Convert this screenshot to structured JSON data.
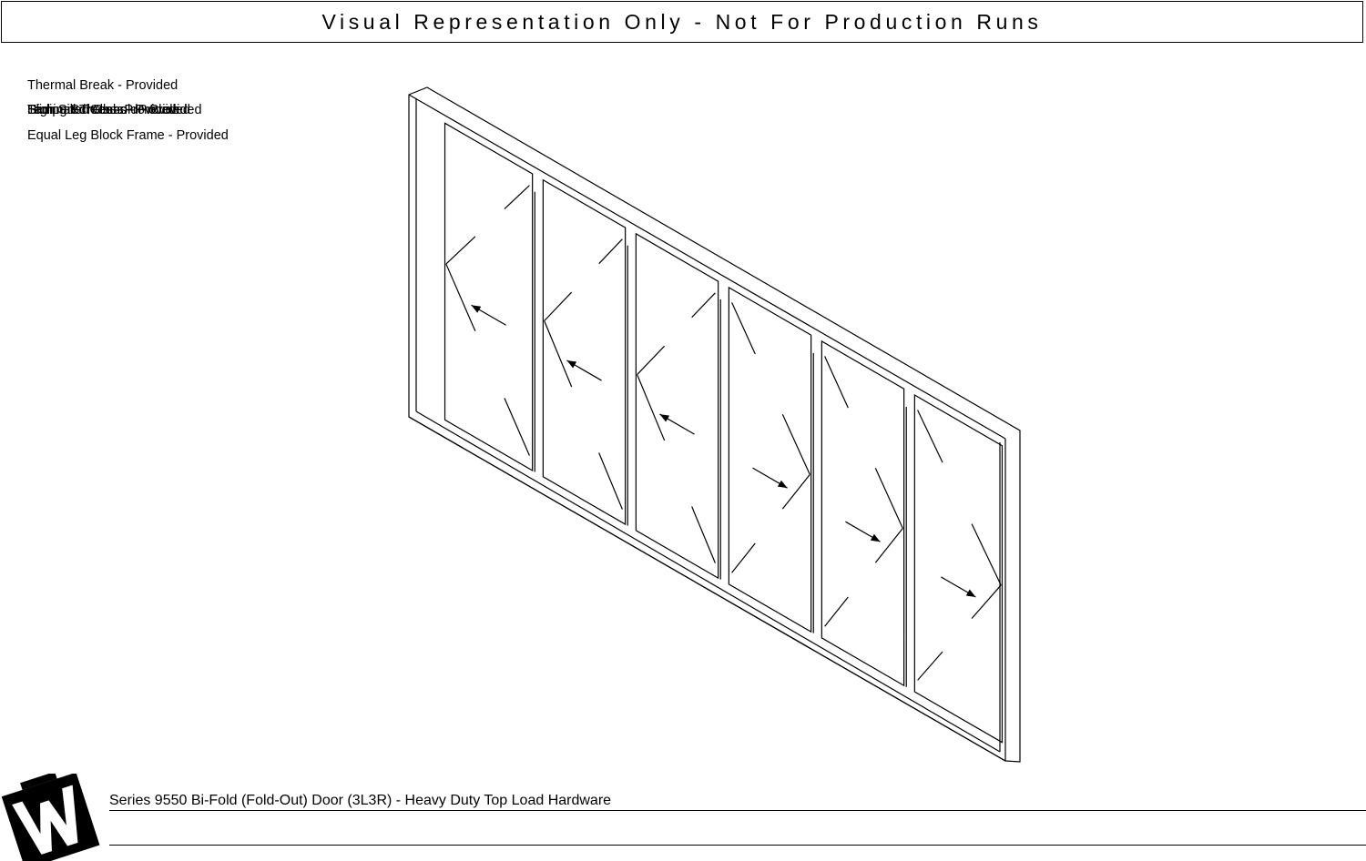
{
  "banner": {
    "text": "Visual Representation Only - Not For Production Runs"
  },
  "notes": {
    "thermal_break": "Thermal Break - Provided",
    "overlapping": [
      "High Sill Threshold - Provided",
      "Laminated Glass - Provided",
      "Sliding Screen - Provided",
      "Tempered Glass - Provided"
    ],
    "block_frame": "Equal Leg Block Frame - Provided"
  },
  "drawing": {
    "panel_count": 6,
    "configuration": "3L3R",
    "panels": [
      {
        "fold_direction": "left"
      },
      {
        "fold_direction": "left"
      },
      {
        "fold_direction": "left"
      },
      {
        "fold_direction": "right"
      },
      {
        "fold_direction": "right"
      },
      {
        "fold_direction": "right"
      }
    ],
    "line_color": "#000000"
  },
  "footer": {
    "caption": "Series 9550 Bi-Fold (Fold-Out) Door (3L3R) - Heavy Duty Top Load Hardware",
    "logo_icon": "w-logo-icon"
  }
}
